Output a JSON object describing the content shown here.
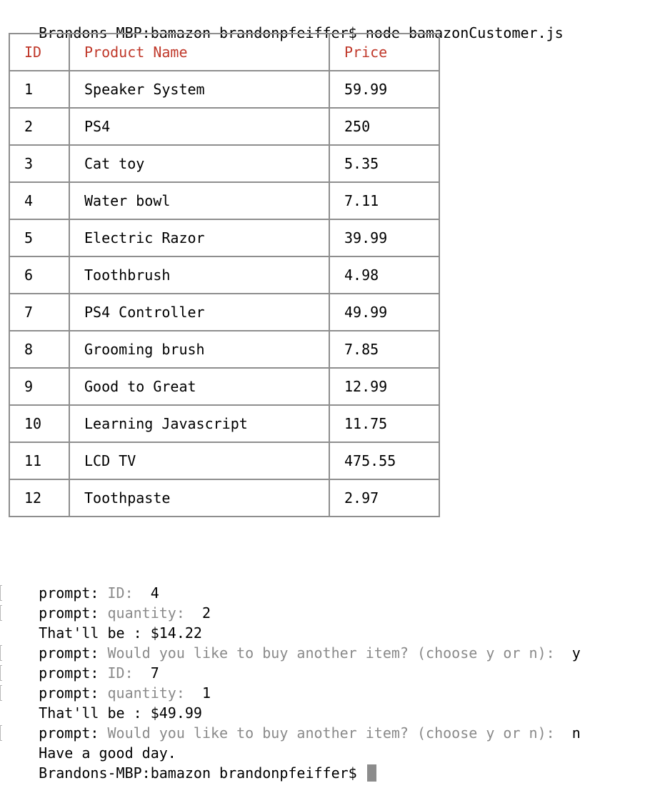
{
  "terminal": {
    "command_line": {
      "prompt": "Brandons-MBP:bamazon brandonpfeiffer$",
      "command": "node bamazonCustomer.js"
    },
    "table": {
      "headers": [
        "ID",
        "Product Name",
        "Price"
      ],
      "header_color": "#c0392b",
      "rows": [
        {
          "id": "1",
          "name": "Speaker System",
          "price": "59.99"
        },
        {
          "id": "2",
          "name": "PS4",
          "price": "250"
        },
        {
          "id": "3",
          "name": "Cat toy",
          "price": "5.35"
        },
        {
          "id": "4",
          "name": "Water bowl",
          "price": "7.11"
        },
        {
          "id": "5",
          "name": "Electric Razor",
          "price": "39.99"
        },
        {
          "id": "6",
          "name": "Toothbrush",
          "price": "4.98"
        },
        {
          "id": "7",
          "name": "PS4 Controller",
          "price": "49.99"
        },
        {
          "id": "8",
          "name": "Grooming brush",
          "price": "7.85"
        },
        {
          "id": "9",
          "name": "Good to Great",
          "price": "12.99"
        },
        {
          "id": "10",
          "name": "Learning Javascript",
          "price": "11.75"
        },
        {
          "id": "11",
          "name": "LCD TV",
          "price": "475.55"
        },
        {
          "id": "12",
          "name": "Toothpaste",
          "price": "2.97"
        }
      ]
    },
    "output": [
      {
        "kind": "prompt",
        "label": "prompt:",
        "question": "ID:",
        "answer": "4"
      },
      {
        "kind": "prompt",
        "label": "prompt:",
        "question": "quantity:",
        "answer": "2"
      },
      {
        "kind": "text",
        "text": "That'll be : $14.22"
      },
      {
        "kind": "prompt",
        "label": "prompt:",
        "question": "Would you like to buy another item? (choose y or n):",
        "answer": "y"
      },
      {
        "kind": "prompt",
        "label": "prompt:",
        "question": "ID:",
        "answer": "7"
      },
      {
        "kind": "prompt",
        "label": "prompt:",
        "question": "quantity:",
        "answer": "1"
      },
      {
        "kind": "text",
        "text": "That'll be : $49.99"
      },
      {
        "kind": "prompt",
        "label": "prompt:",
        "question": "Would you like to buy another item? (choose y or n):",
        "answer": "n"
      },
      {
        "kind": "text",
        "text": "Have a good day."
      }
    ],
    "final_prompt": "Brandons-MBP:bamazon brandonpfeiffer$"
  }
}
